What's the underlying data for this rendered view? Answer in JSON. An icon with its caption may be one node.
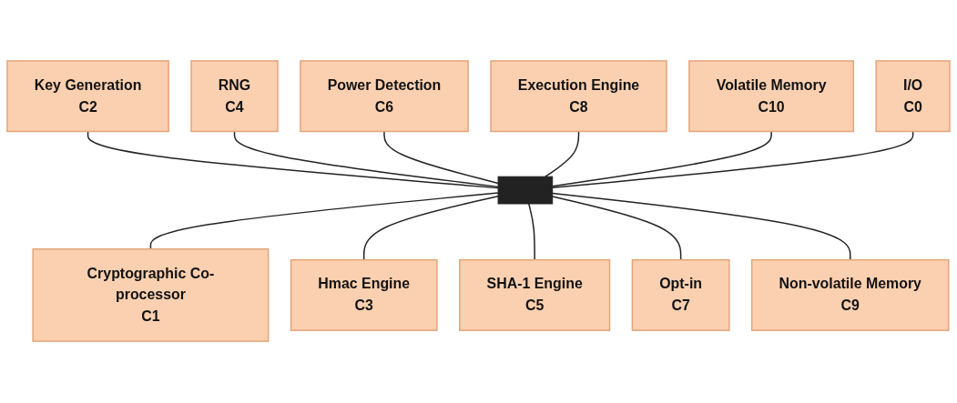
{
  "diagram": {
    "nodes": [
      {
        "text": [
          "Key Generation",
          "C2"
        ]
      },
      {
        "text": [
          "RNG",
          "C4"
        ]
      },
      {
        "text": [
          "Power Detection",
          "C6"
        ]
      },
      {
        "text": [
          "Execution Engine",
          "C8"
        ]
      },
      {
        "text": [
          "Volatile Memory",
          "C10"
        ]
      },
      {
        "text": [
          "I/O",
          "C0"
        ]
      },
      {
        "text": [],
        "shape": "bar"
      },
      {
        "text": [
          "Cryptographic Co-processor",
          "C1"
        ]
      },
      {
        "text": [
          "Hmac Engine",
          "C3"
        ]
      },
      {
        "text": [
          "SHA-1 Engine",
          "C5"
        ]
      },
      {
        "text": [
          "Opt-in",
          "C7"
        ]
      },
      {
        "text": [
          "Non-volatile Memory",
          "C9"
        ]
      }
    ],
    "edges": [
      {
        "from": 0,
        "to": 6,
        "arrow": "none"
      },
      {
        "from": 1,
        "to": 6,
        "arrow": "none"
      },
      {
        "from": 2,
        "to": 6,
        "arrow": "none"
      },
      {
        "from": 3,
        "to": 6,
        "arrow": "none"
      },
      {
        "from": 4,
        "to": 6,
        "arrow": "none"
      },
      {
        "from": 5,
        "to": 6,
        "arrow": "none"
      },
      {
        "from": 6,
        "to": 7,
        "arrow": "none"
      },
      {
        "from": 6,
        "to": 8,
        "arrow": "none"
      },
      {
        "from": 6,
        "to": 9,
        "arrow": "none"
      },
      {
        "from": 6,
        "to": 10,
        "arrow": "none"
      },
      {
        "from": 6,
        "to": 11,
        "arrow": "none"
      }
    ]
  }
}
